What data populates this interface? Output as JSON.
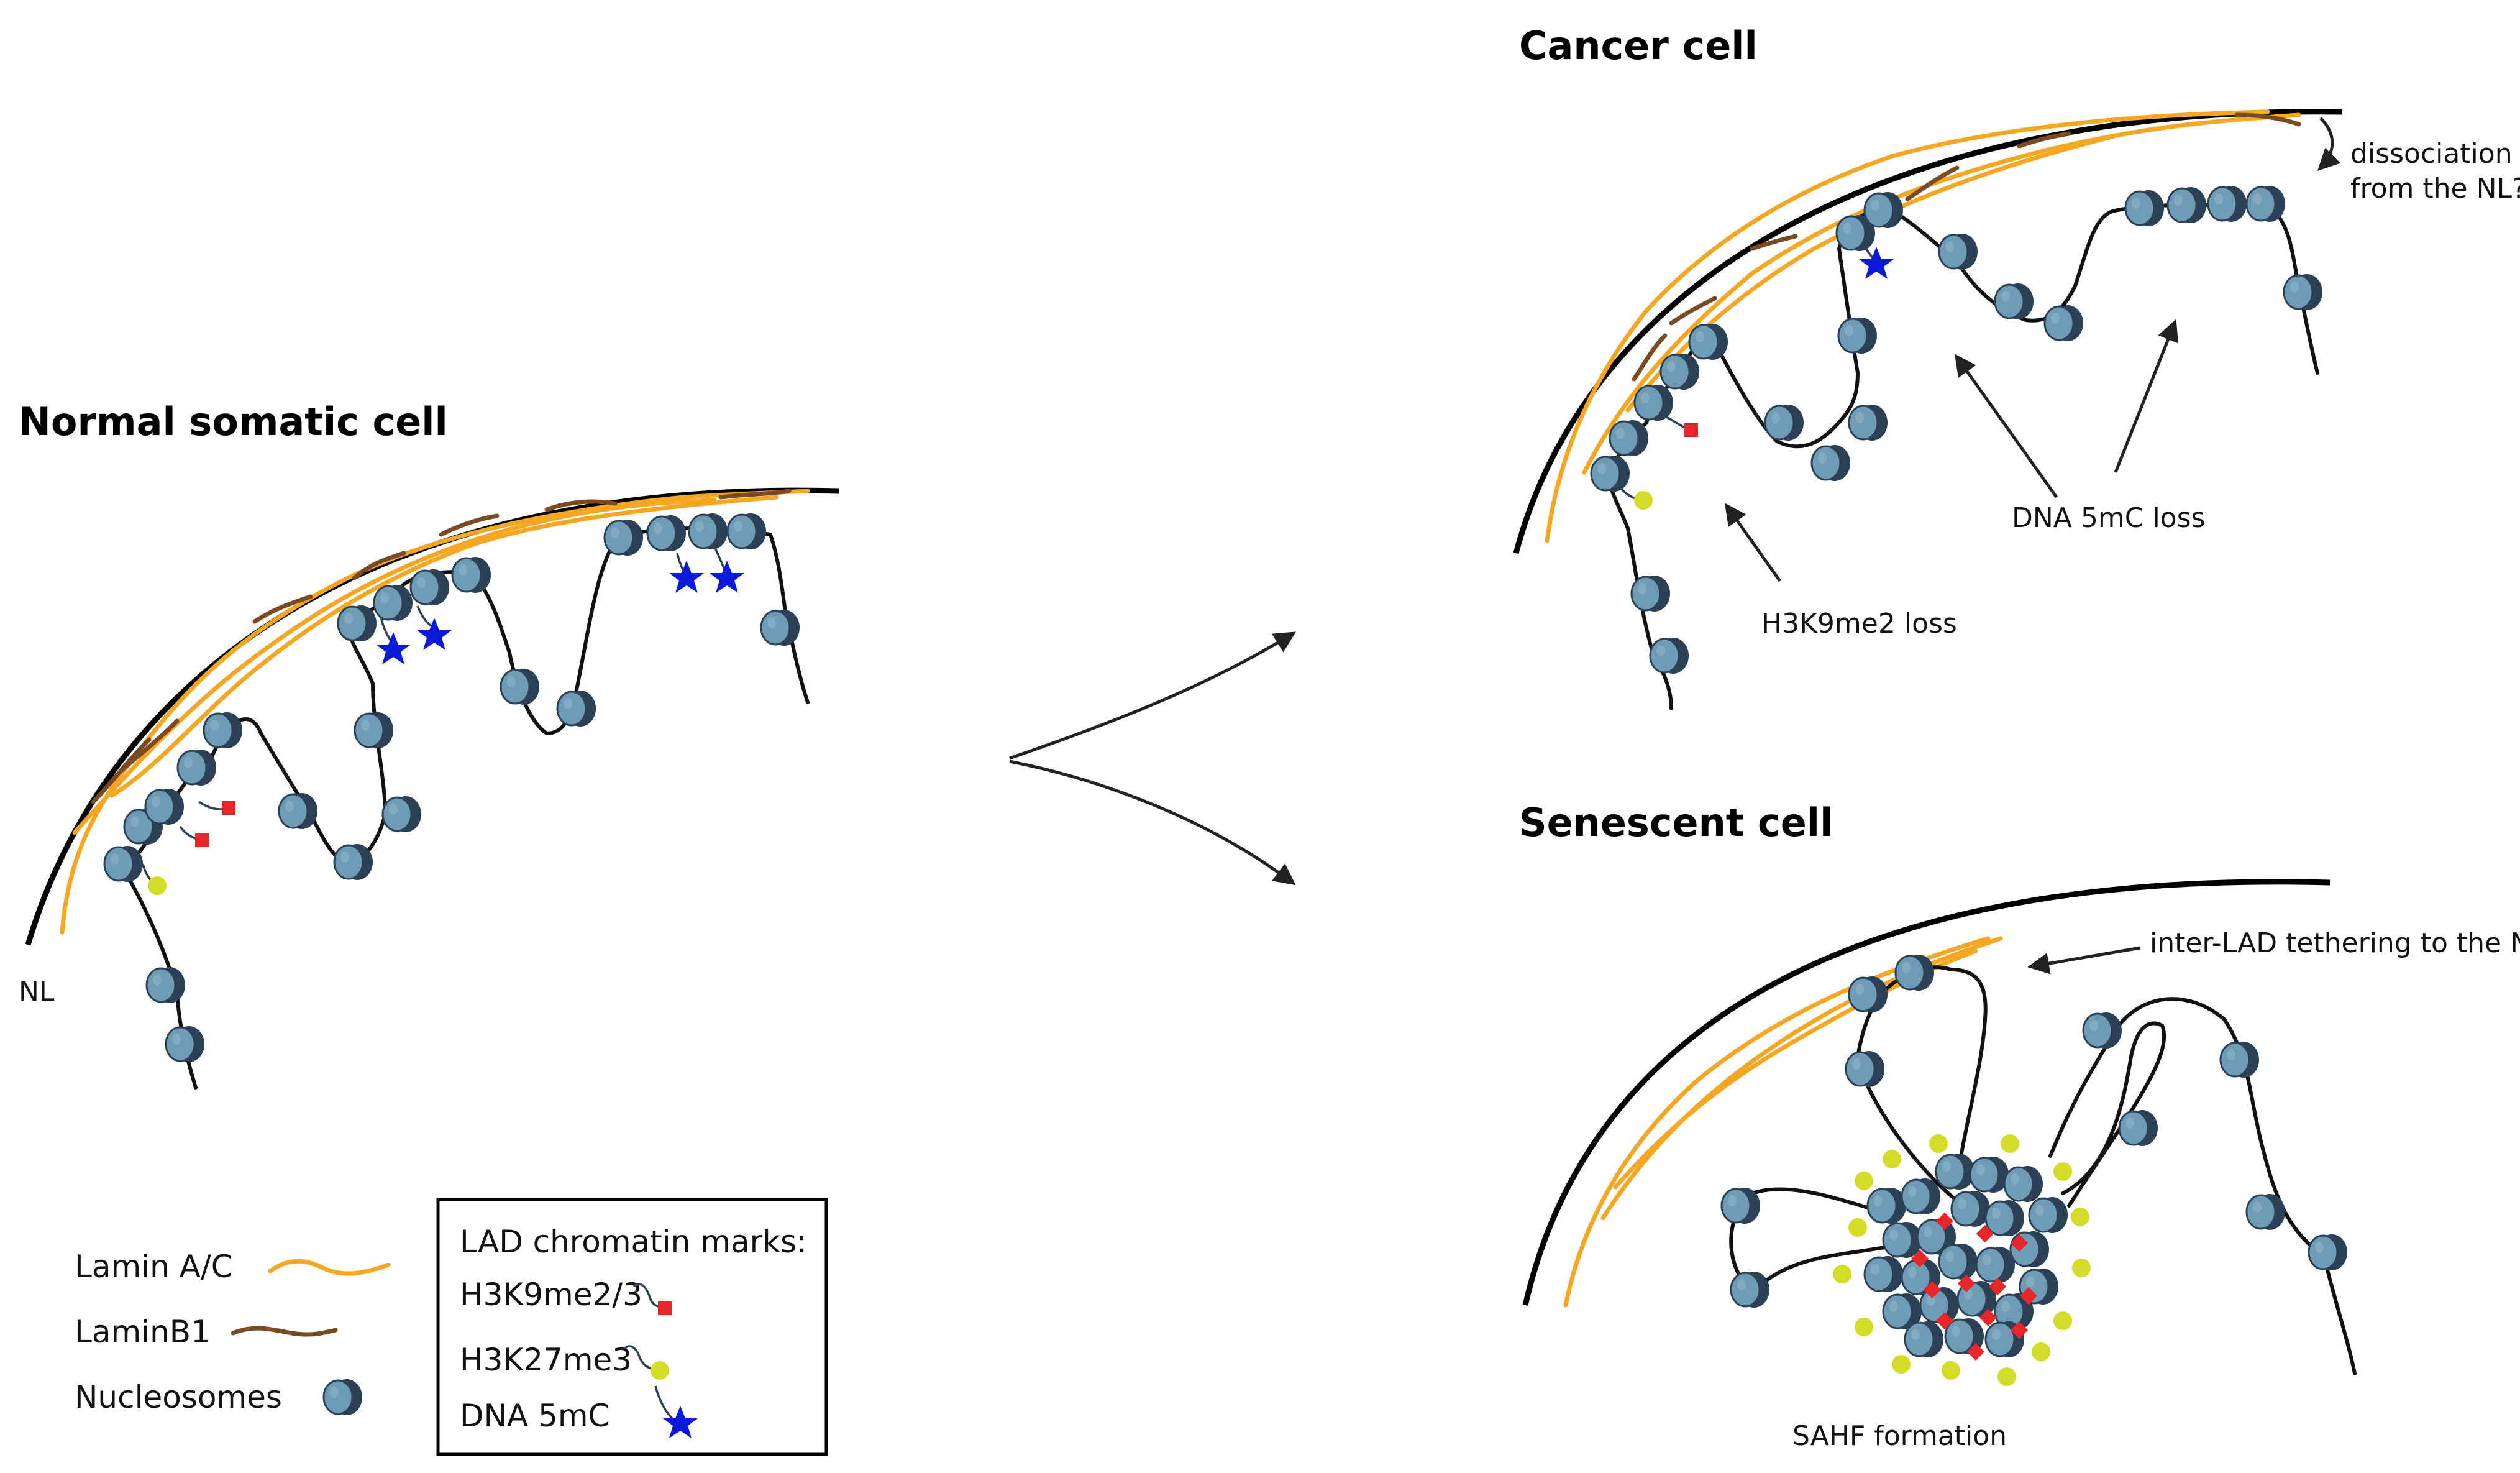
{
  "panels": {
    "normal": {
      "title": "Normal somatic cell",
      "nl_label": "NL"
    },
    "cancer": {
      "title": "Cancer cell",
      "label_dissociation_1": "dissociation",
      "label_dissociation_2": "from the NL?",
      "label_5mc_loss": "DNA 5mC loss",
      "label_h3k9_loss": "H3K9me2 loss"
    },
    "senescent": {
      "title": "Senescent cell",
      "label_interlad": "inter-LAD tethering to the NL",
      "label_sahf": "SAHF formation"
    }
  },
  "legend": {
    "lamin_ac": "Lamin A/C",
    "lamin_b1": "LaminB1",
    "nucleosomes": "Nucleosomes"
  },
  "marks_box": {
    "title": "LAD chromatin marks:",
    "h3k9": "H3K9me2/3",
    "h3k27": "H3K27me3",
    "dna5mc": "DNA 5mC"
  },
  "colors": {
    "lamin_ac": "#F5A623",
    "lamin_b1": "#7A4A22",
    "nucleosome_face": "#6E9BB5",
    "nucleosome_side": "#2C4156",
    "h3k9_mark": "#E8262A",
    "h3k27_mark": "#D4DC2A",
    "dna5mc_mark": "#0A1AD8"
  }
}
